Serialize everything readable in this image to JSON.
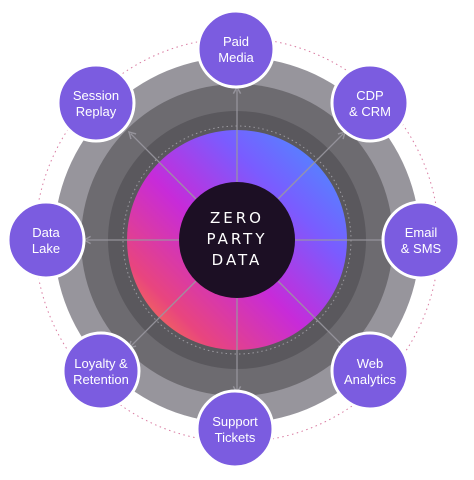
{
  "center": {
    "line1": "ZERO",
    "line2": "PARTY",
    "line3": "DATA"
  },
  "nodes": [
    {
      "id": "paid-media",
      "lines": [
        "Paid",
        "Media"
      ]
    },
    {
      "id": "cdp-crm",
      "lines": [
        "CDP",
        "& CRM"
      ]
    },
    {
      "id": "email-sms",
      "lines": [
        "Email",
        "& SMS"
      ]
    },
    {
      "id": "web-analytics",
      "lines": [
        "Web",
        "Analytics"
      ]
    },
    {
      "id": "support-tickets",
      "lines": [
        "Support",
        "Tickets"
      ]
    },
    {
      "id": "loyalty-retention",
      "lines": [
        "Loyalty &",
        "Retention"
      ]
    },
    {
      "id": "data-lake",
      "lines": [
        "Data",
        "Lake"
      ]
    },
    {
      "id": "session-replay",
      "lines": [
        "Session",
        "Replay"
      ]
    }
  ],
  "colors": {
    "node_fill": "#7b5ce0",
    "node_stroke": "#ffffff",
    "outer_ring": "#97959c",
    "middle_ring": "#6d6b70",
    "inner_ring": "#59575c",
    "center_fill": "#1c0f24",
    "arrow": "#9a98a0",
    "dotted_orbit": "#d05a8a",
    "gradient_blue": "#4f8dff",
    "gradient_magenta": "#c42ad8",
    "gradient_orange": "#ff8a2b"
  }
}
